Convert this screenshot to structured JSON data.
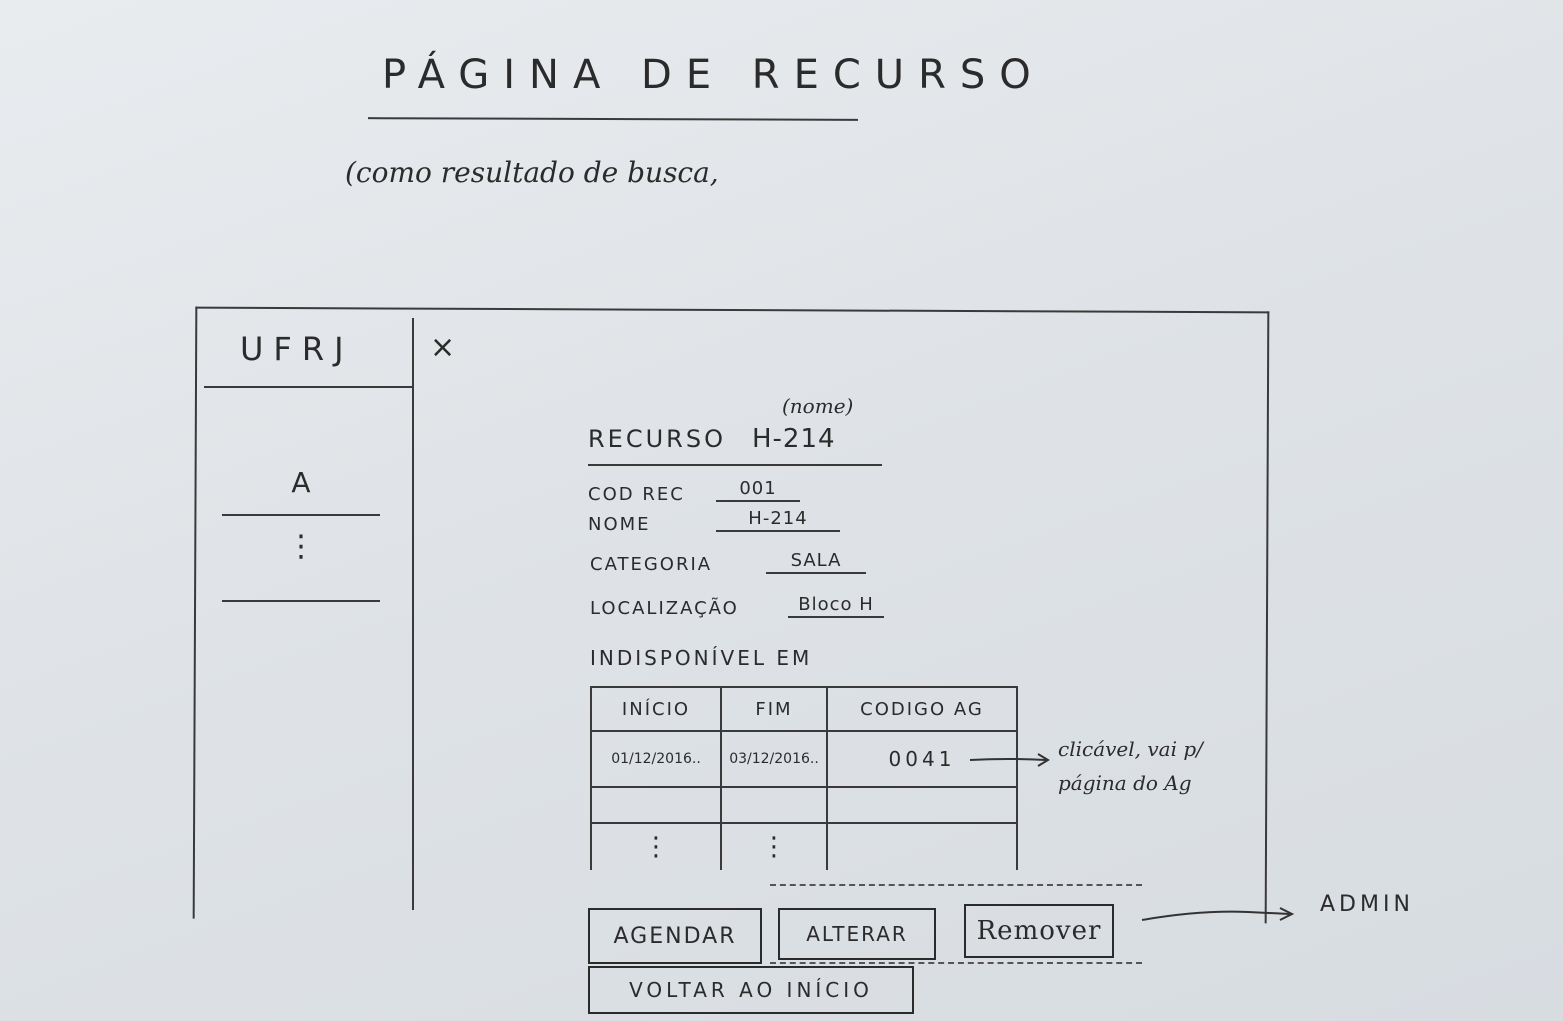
{
  "page": {
    "title": "PÁGINA DE RECURSO",
    "subtitle": "(como resultado de busca,"
  },
  "sidebar": {
    "logo": "UFRJ",
    "items": [
      {
        "label": "A"
      },
      {
        "label": "⋮"
      }
    ]
  },
  "close_icon": "×",
  "resource": {
    "name_hint": "(nome)",
    "heading_label": "RECURSO",
    "heading_name": "H-214",
    "fields": [
      {
        "label": "COD REC",
        "value": "001"
      },
      {
        "label": "NOME",
        "value": "H-214"
      },
      {
        "label": "CATEGORIA",
        "value": "SALA"
      },
      {
        "label": "LOCALIZAÇÃO",
        "value": "Bloco H"
      }
    ]
  },
  "unavailable": {
    "label": "INDISPONÍVEL EM",
    "columns": [
      "INÍCIO",
      "FIM",
      "CODIGO AG"
    ],
    "rows": [
      {
        "inicio": "01/12/2016..",
        "fim": "03/12/2016..",
        "codigo": "0041"
      }
    ],
    "more": "⋮",
    "code_note": "clicável, vai p/ página do Ag"
  },
  "actions": {
    "agendar": "AGENDAR",
    "alterar": "ALTERAR",
    "remover": "Remover",
    "voltar": "VOLTAR AO INÍCIO",
    "admin_note": "ADMIN"
  }
}
